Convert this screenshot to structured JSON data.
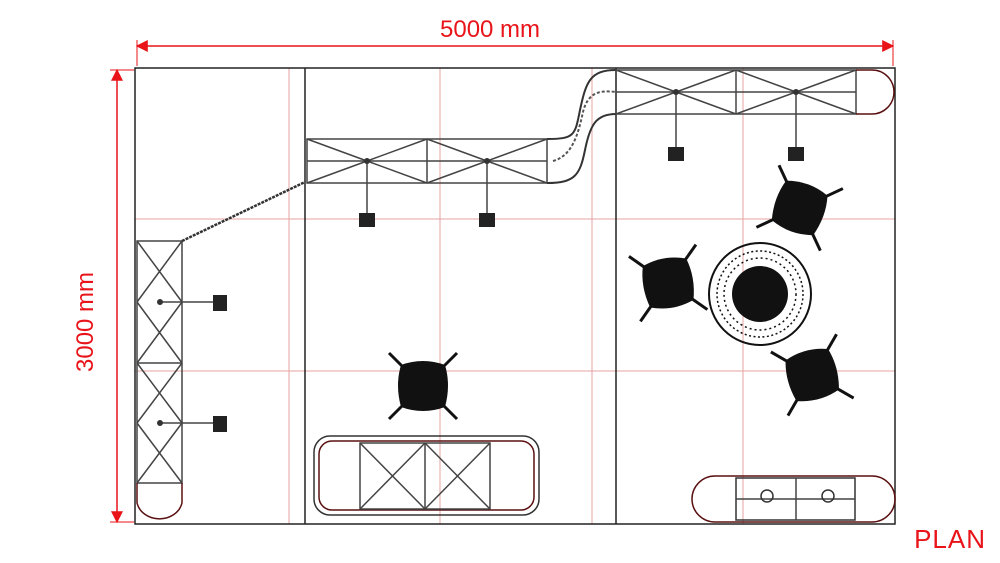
{
  "drawing": {
    "width_dimension": "5000 mm",
    "height_dimension": "3000 mm",
    "view_label": "PLAN"
  },
  "colors": {
    "dimension": "#e8141a",
    "grid": "#e7a3a3",
    "outline": "#222222",
    "truss": "#444444",
    "furniture": "#111111"
  }
}
